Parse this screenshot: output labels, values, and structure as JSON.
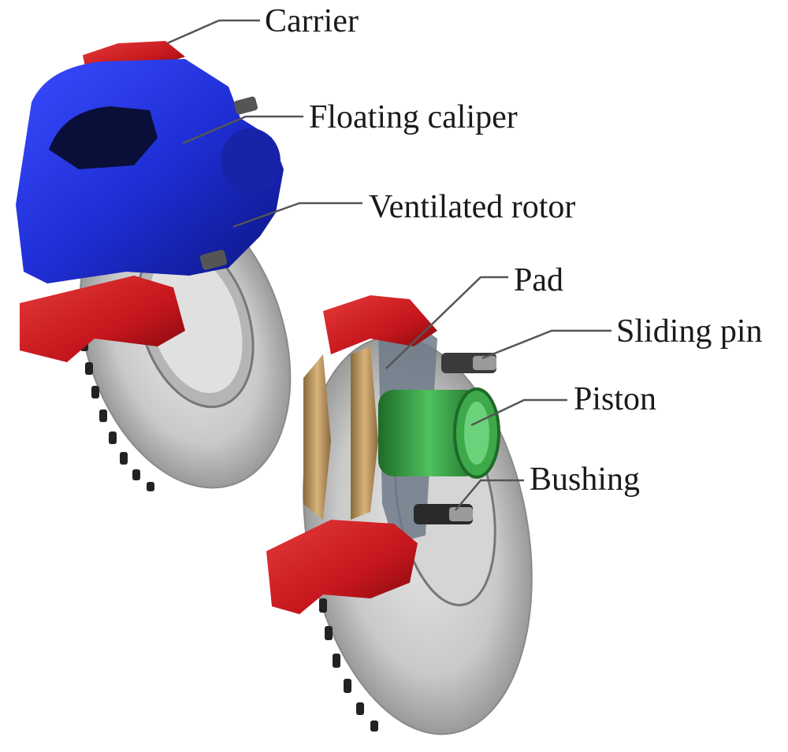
{
  "labels": {
    "carrier": "Carrier",
    "floating_caliper": "Floating caliper",
    "ventilated_rotor": "Ventilated rotor",
    "pad": "Pad",
    "sliding_pin": "Sliding pin",
    "piston": "Piston",
    "bushing": "Bushing"
  },
  "colors": {
    "caliper": "#1f2fd6",
    "carrier": "#c4161c",
    "rotor": "#c8c8c8",
    "piston": "#2f9a3c",
    "pad": "#c89a5a",
    "leader": "#555555"
  }
}
